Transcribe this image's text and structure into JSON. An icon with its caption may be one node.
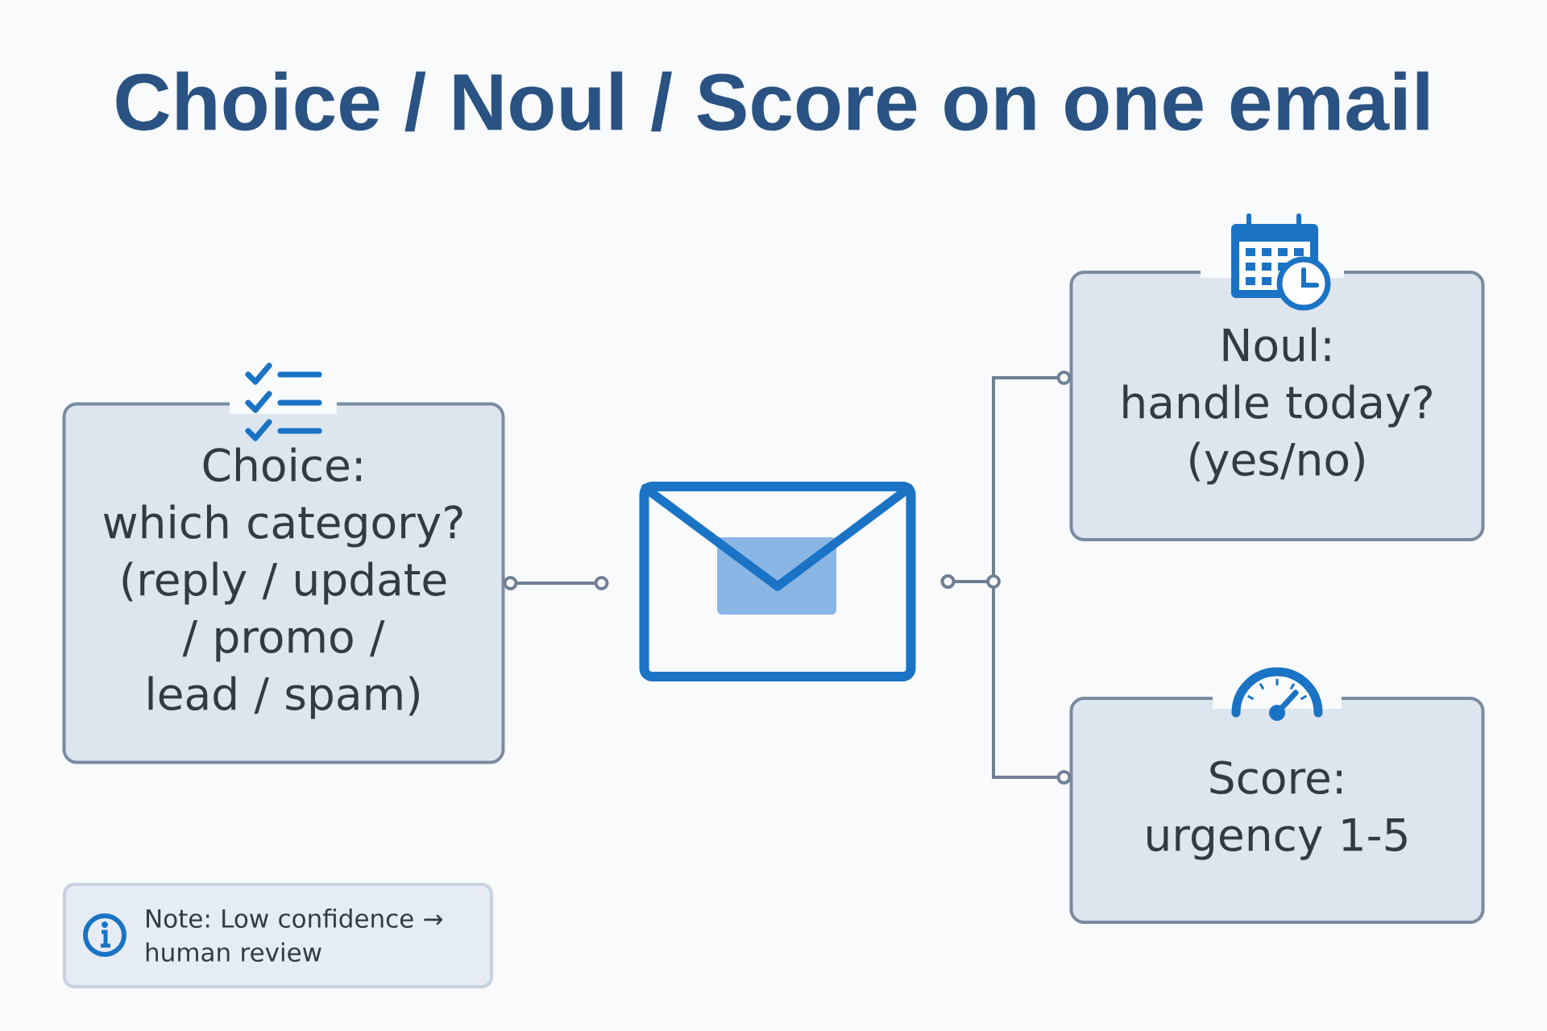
{
  "diagram": {
    "title": "Choice / Noul / Score on one email",
    "nodes": [
      {
        "text": [
          "Choice:",
          "which category? (reply / update / promo / lead / spam)"
        ]
      },
      {
        "text": [],
        "shape": "envelope"
      },
      {
        "text": [
          "Noul:",
          "handle today? (yes/no)"
        ]
      },
      {
        "text": [
          "Score:",
          "urgency 1-5"
        ]
      },
      {
        "text": [
          "Note: Low confidence → human review"
        ]
      }
    ],
    "edges": [
      {
        "from": 0,
        "to": 1,
        "arrow": "other"
      },
      {
        "from": 1,
        "to": 2,
        "arrow": "other"
      },
      {
        "from": 1,
        "to": 3,
        "arrow": "other"
      }
    ]
  }
}
